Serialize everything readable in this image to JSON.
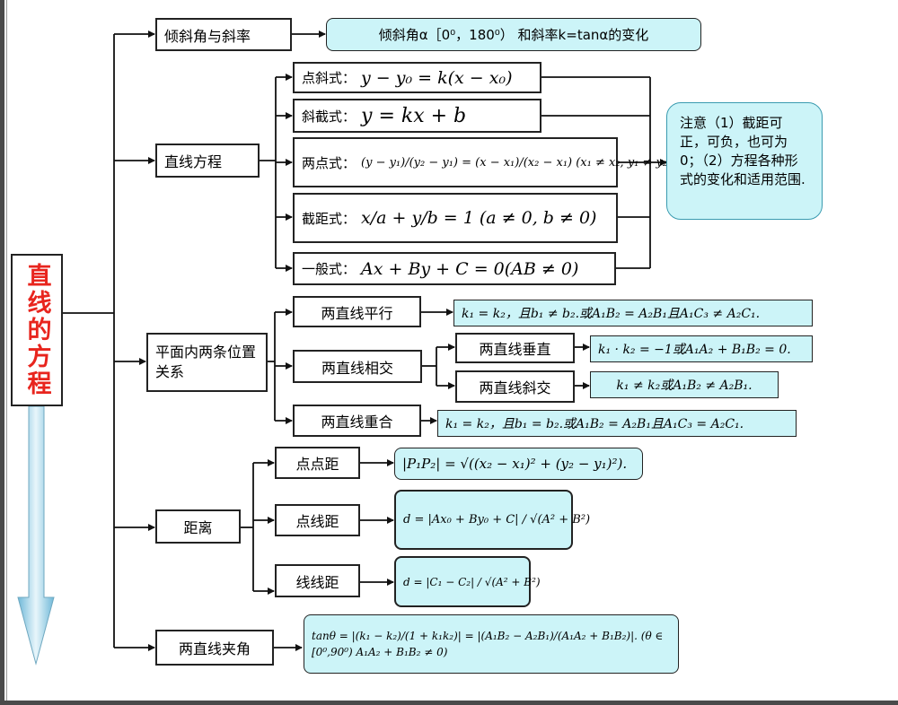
{
  "root_title": "直线的方程",
  "level1": {
    "incline": "倾斜角与斜率",
    "line_eq": "直线方程",
    "position": "平面内两条位置关系",
    "distance": "距离",
    "angle": "两直线夹角"
  },
  "incline_detail": "倾斜角α［0⁰，180⁰） 和斜率k=tanα的变化",
  "forms": {
    "point_slope": {
      "label": "点斜式：",
      "formula": "y − y₀ = k(x − x₀)"
    },
    "slope_intercept": {
      "label": "斜截式：",
      "formula": "y = kx + b"
    },
    "two_point": {
      "label": "两点式：",
      "formula": "(y − y₁)/(y₂ − y₁) = (x − x₁)/(x₂ − x₁)  (x₁ ≠ x₂, y₁ ≠ y₂)"
    },
    "intercept": {
      "label": "截距式：",
      "formula": "x/a + y/b = 1 (a ≠ 0, b ≠ 0)"
    },
    "general": {
      "label": "一般式：",
      "formula": "Ax + By + C = 0(AB ≠ 0)"
    }
  },
  "note": "注意（1）截距可正，可负，也可为0；（2）方程各种形式的变化和适用范围.",
  "relations": {
    "parallel": {
      "label": "两直线平行",
      "formula": "k₁ = k₂，且b₁ ≠ b₂.或A₁B₂ = A₂B₁且A₁C₃ ≠ A₂C₁."
    },
    "intersect": {
      "label": "两直线相交"
    },
    "perpendicular": {
      "label": "两直线垂直",
      "formula": "k₁ · k₂ = −1或A₁A₂ + B₁B₂ = 0."
    },
    "oblique": {
      "label": "两直线斜交",
      "formula": "k₁ ≠ k₂或A₁B₂ ≠ A₂B₁."
    },
    "coincide": {
      "label": "两直线重合",
      "formula": "k₁ = k₂，且b₁ = b₂.或A₁B₂ = A₂B₁且A₁C₃ = A₂C₁."
    }
  },
  "distances": {
    "point_point": {
      "label": "点点距",
      "formula": "|P₁P₂| = √((x₂ − x₁)² + (y₂ − y₁)²)."
    },
    "point_line": {
      "label": "点线距",
      "formula": "d = |Ax₀ + By₀ + C| / √(A² + B²)"
    },
    "line_line": {
      "label": "线线距",
      "formula": "d = |C₁ − C₂| / √(A² + B²)"
    }
  },
  "angle_formula": "tanθ = |(k₁ − k₂)/(1 + k₁k₂)| = |(A₁B₂ − A₂B₁)/(A₁A₂ + B₁B₂)|. (θ ∈ [0⁰,90⁰)  A₁A₂ + B₁B₂ ≠ 0)"
}
